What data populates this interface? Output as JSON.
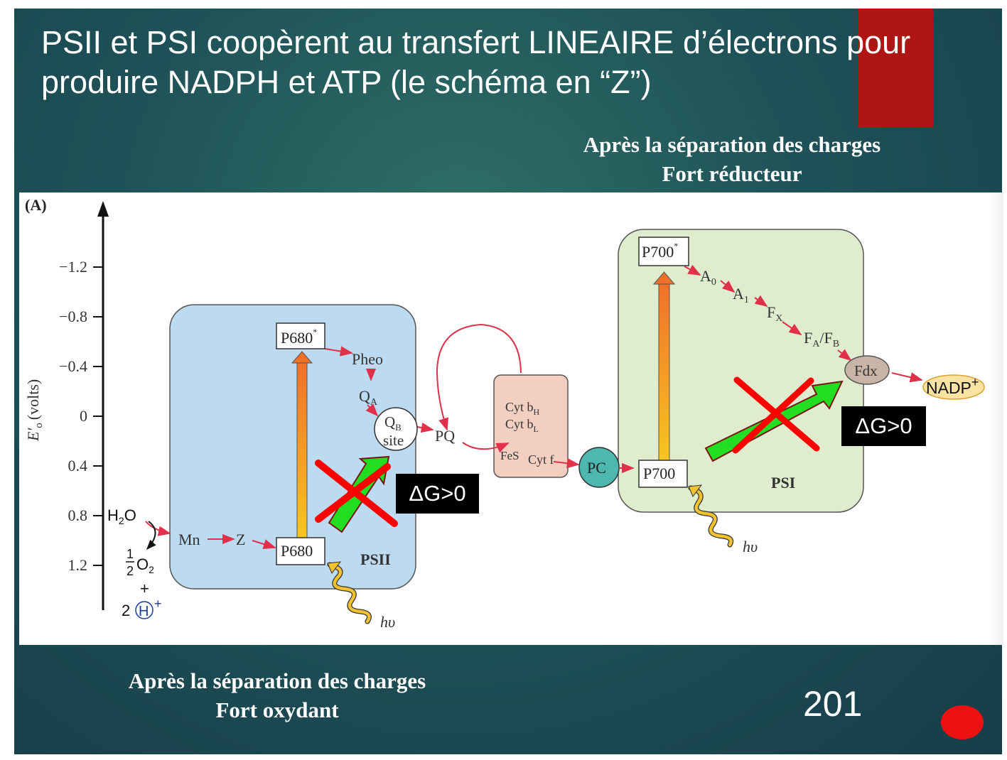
{
  "title": {
    "line1": "PSII et PSI coopèrent au transfert LINEAIRE d’électrons pour",
    "line2": "produire NADPH et ATP (le schéma en “Z”)"
  },
  "caption_top": {
    "line1": "Après la séparation des charges",
    "line2": "Fort réducteur"
  },
  "caption_bottom": {
    "line1": "Après la séparation des charges",
    "line2": "Fort oxydant"
  },
  "page_number": "201",
  "colors": {
    "slide_bg": "#1f5258",
    "tab": "#b01515",
    "psii_box": "#bcdaf0",
    "psi_box": "#dfeccd",
    "cyt_box": "#f2cfc0",
    "arrow": "#e0304a",
    "pc": "#4db8b0",
    "green_arrow": "#22dd22",
    "cross": "#ff0000"
  },
  "figure": {
    "panel_label": "(A)",
    "axis": {
      "label_E": "E′",
      "label_sub": "o",
      "label_unit": "(volts)",
      "ticks": [
        "−1.2",
        "−0.8",
        "−0.4",
        "0",
        "0.4",
        "0.8",
        "1.2"
      ]
    },
    "psii": {
      "label": "PSII",
      "p680_star": "P680",
      "p680": "P680",
      "pheo": "Pheo",
      "qa": "Q",
      "qa_sub": "A",
      "qb": "Q",
      "qb_sub": "B",
      "qb_site": "site",
      "mn": "Mn",
      "z": "Z",
      "hv": "hυ"
    },
    "water": {
      "h2o_h": "H",
      "h2o_sub": "2",
      "h2o_o": "O",
      "half_num": "1",
      "half_den": "2",
      "o2": "O",
      "o2_sub": "2",
      "plus": "+",
      "two": "2",
      "h": "H",
      "hplus": "+"
    },
    "pq": "PQ",
    "cyt": {
      "cyt_bh": "Cyt b",
      "bh_sub": "H",
      "cyt_bl": "Cyt b",
      "bl_sub": "L",
      "fes": "FeS",
      "cytf": "Cyt f"
    },
    "pc": "PC",
    "psi": {
      "label": "PSI",
      "p700_star": "P700",
      "p700": "P700",
      "a0": "A",
      "a0_sub": "0",
      "a1": "A",
      "a1_sub": "1",
      "fx": "F",
      "fx_sub": "X",
      "fafb_f1": "F",
      "fa_sub": "A",
      "slash": "/F",
      "fb_sub": "B",
      "fdx": "Fdx",
      "hv": "hυ"
    },
    "nadp": "NADP",
    "nadp_plus": "+",
    "star": "*",
    "delta_g_1": "ΔG>0",
    "delta_g_2": "ΔG>0"
  }
}
